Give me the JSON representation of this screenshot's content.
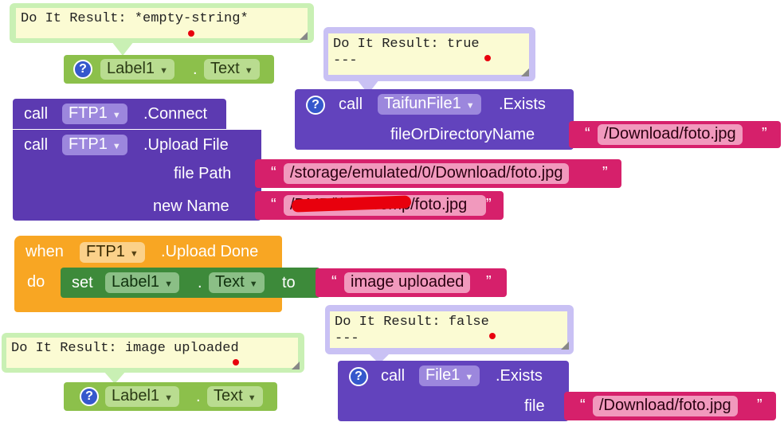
{
  "do_it_results": {
    "r1": "Do It Result: *empty-string*",
    "r2": "Do It Result: true\n---",
    "r3": "Do It Result: false\n---",
    "r4": "Do It Result: image uploaded"
  },
  "label_getter_1": {
    "component": "Label1",
    "dot": ".",
    "property": "Text"
  },
  "label_getter_2": {
    "component": "Label1",
    "dot": ".",
    "property": "Text"
  },
  "ftp_connect": {
    "call": "call",
    "component": "FTP1",
    "method": ".Connect"
  },
  "ftp_upload": {
    "call": "call",
    "component": "FTP1",
    "method": ".Upload File",
    "param1": "file Path",
    "value1": "/storage/emulated/0/Download/foto.jpg",
    "param2": "new Name",
    "value2": "/DMP/i/NDT/emp/foto.jpg"
  },
  "taifun_exists": {
    "call": "call",
    "component": "TaifunFile1",
    "method": ".Exists",
    "param": "fileOrDirectoryName",
    "value": "/Download/foto.jpg"
  },
  "upload_done_event": {
    "when": "when",
    "component": "FTP1",
    "event": ".Upload Done",
    "do": "do",
    "set": "set",
    "target": "Label1",
    "dot": ".",
    "property": "Text",
    "to": "to",
    "value": "image uploaded"
  },
  "file_exists": {
    "call": "call",
    "component": "File1",
    "method": ".Exists",
    "param": "file",
    "value": "/Download/foto.jpg"
  },
  "quotes": {
    "open": "“",
    "close": "”"
  },
  "icons": {
    "help": "?",
    "dropdown": "▼"
  },
  "colors": {
    "green_block": "#8cc04b",
    "purple_block": "#5c3ab1",
    "orange_block": "#f8a623",
    "set_block": "#3d8a3a",
    "text_block": "#d6206b",
    "comment_bg": "#fbfbd3"
  }
}
